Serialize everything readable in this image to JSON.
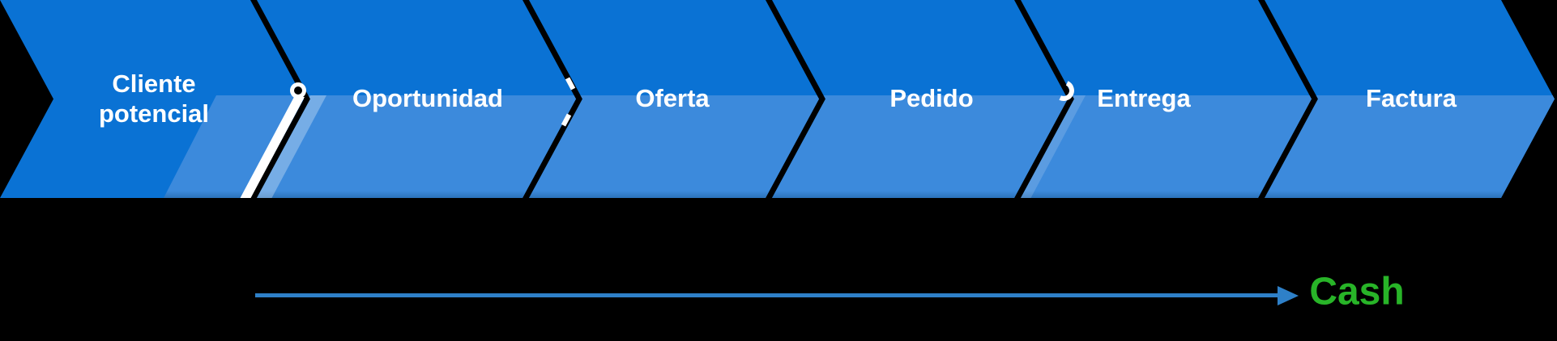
{
  "diagram": {
    "steps": [
      {
        "label": "Cliente\npotencial"
      },
      {
        "label": "Oportunidad"
      },
      {
        "label": "Oferta"
      },
      {
        "label": "Pedido"
      },
      {
        "label": "Entrega"
      },
      {
        "label": "Factura"
      }
    ],
    "flow_arrow": {
      "label": "Cash"
    }
  },
  "colors": {
    "chevron_top": "#0a72d4",
    "chevron_bottom": "#3c8adc",
    "label_text": "#ffffff",
    "arrow_blue": "#2e80c8",
    "cash_green": "#28b428",
    "background": "#000000"
  }
}
